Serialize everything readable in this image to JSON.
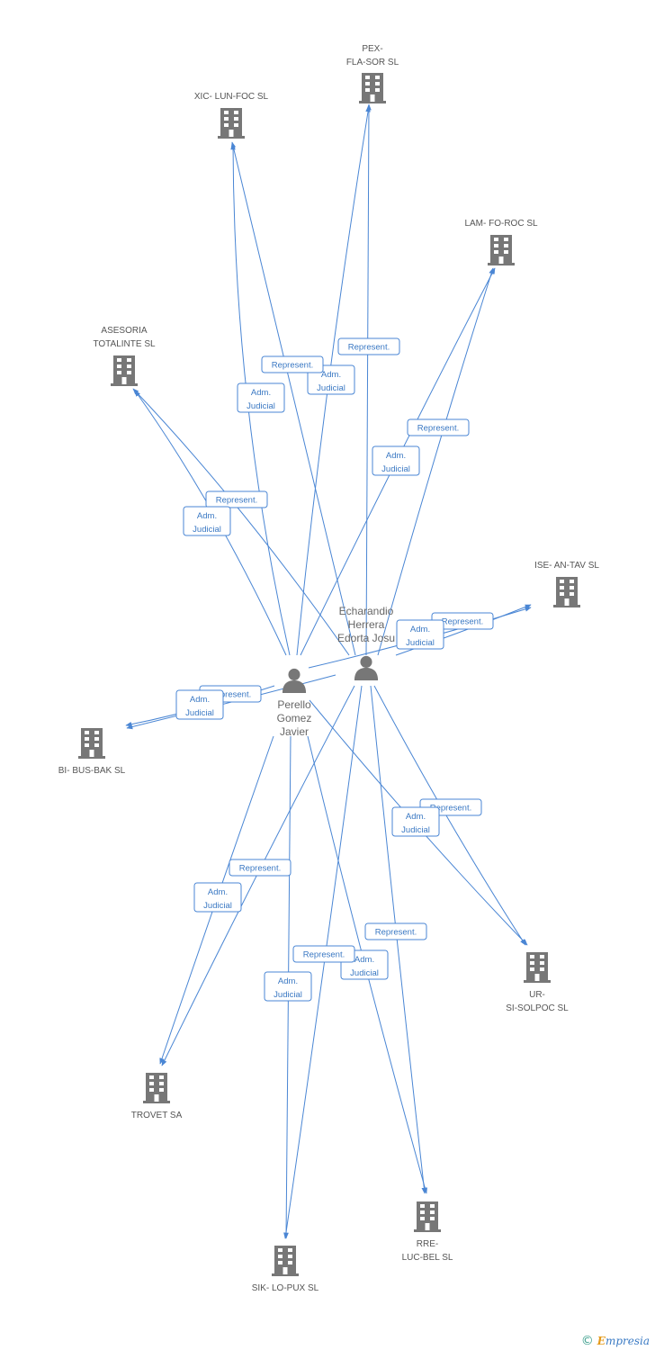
{
  "colors": {
    "edge": "#4a86d4",
    "node": "#777777",
    "label_text": "#3a78c3"
  },
  "icons": {
    "company": "building-icon",
    "person": "person-icon",
    "copyright": "copyright-icon"
  },
  "companies": [
    {
      "id": "pex",
      "lines": [
        "PEX-",
        "FLA-SOR SL"
      ]
    },
    {
      "id": "xic",
      "lines": [
        "XIC- LUN-FOC SL"
      ]
    },
    {
      "id": "lam",
      "lines": [
        "LAM- FO-ROC SL"
      ]
    },
    {
      "id": "asesoria",
      "lines": [
        "ASESORIA",
        "TOTALINTE SL"
      ]
    },
    {
      "id": "ise",
      "lines": [
        "ISE- AN-TAV SL"
      ]
    },
    {
      "id": "bi",
      "lines": [
        "BI- BUS-BAK SL"
      ]
    },
    {
      "id": "ur",
      "lines": [
        "UR-",
        "SI-SOLPOC SL"
      ]
    },
    {
      "id": "trovet",
      "lines": [
        "TROVET SA"
      ]
    },
    {
      "id": "rre",
      "lines": [
        "RRE-",
        "LUC-BEL SL"
      ]
    },
    {
      "id": "sik",
      "lines": [
        "SIK- LO-PUX SL"
      ]
    }
  ],
  "people": [
    {
      "id": "echarandio",
      "lines": [
        "Echarandio",
        "Herrera",
        "Edorta Josu"
      ]
    },
    {
      "id": "perello",
      "lines": [
        "Perello",
        "Gomez",
        "Javier"
      ]
    }
  ],
  "edge_labels": [
    {
      "id": "e1",
      "lines": [
        "Represent."
      ]
    },
    {
      "id": "e2",
      "lines": [
        "Adm.",
        "Judicial"
      ]
    },
    {
      "id": "e3",
      "lines": [
        "Represent."
      ]
    },
    {
      "id": "e4",
      "lines": [
        "Adm.",
        "Judicial"
      ]
    },
    {
      "id": "e5",
      "lines": [
        "Represent."
      ]
    },
    {
      "id": "e6",
      "lines": [
        "Adm.",
        "Judicial"
      ]
    },
    {
      "id": "e7",
      "lines": [
        "Represent."
      ]
    },
    {
      "id": "e8",
      "lines": [
        "Adm.",
        "Judicial"
      ]
    },
    {
      "id": "e9",
      "lines": [
        "Represent."
      ]
    },
    {
      "id": "e10",
      "lines": [
        "Adm.",
        "Judicial"
      ]
    },
    {
      "id": "e11",
      "lines": [
        "Represent."
      ]
    },
    {
      "id": "e12",
      "lines": [
        "Adm.",
        "Judicial"
      ]
    },
    {
      "id": "e13",
      "lines": [
        "Represent."
      ]
    },
    {
      "id": "e14",
      "lines": [
        "Adm.",
        "Judicial"
      ]
    },
    {
      "id": "e15",
      "lines": [
        "Represent."
      ]
    },
    {
      "id": "e16",
      "lines": [
        "Adm.",
        "Judicial"
      ]
    },
    {
      "id": "e17",
      "lines": [
        "Represent."
      ]
    },
    {
      "id": "e18",
      "lines": [
        "Adm.",
        "Judicial"
      ]
    },
    {
      "id": "e19",
      "lines": [
        "Represent."
      ]
    },
    {
      "id": "e20",
      "lines": [
        "Adm.",
        "Judicial"
      ]
    }
  ],
  "footer": {
    "copyright": "©",
    "brand_initial": "E",
    "brand_rest": "mpresia"
  }
}
